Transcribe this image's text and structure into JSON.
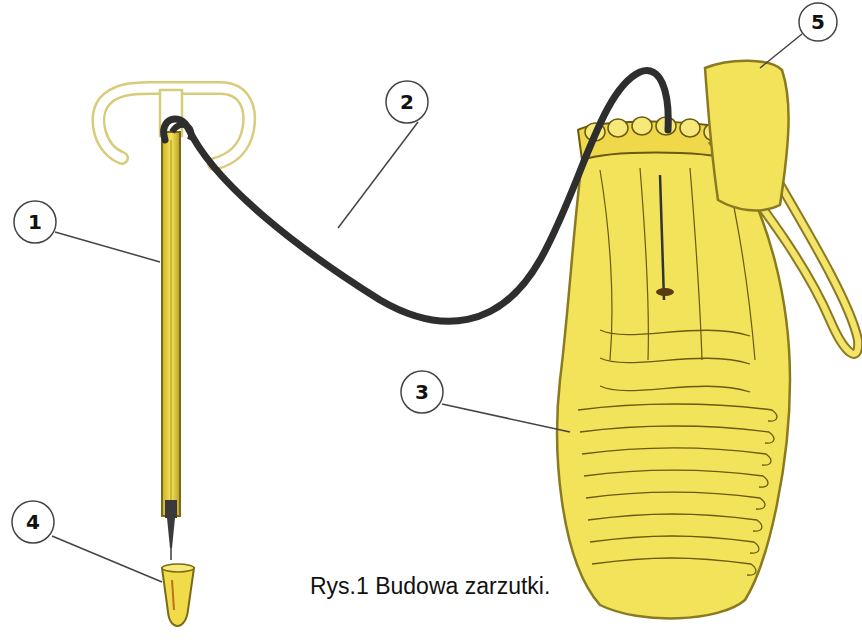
{
  "diagram": {
    "caption": "Rys.1 Budowa zarzutki.",
    "labels": [
      "1",
      "2",
      "3",
      "4",
      "5"
    ]
  }
}
